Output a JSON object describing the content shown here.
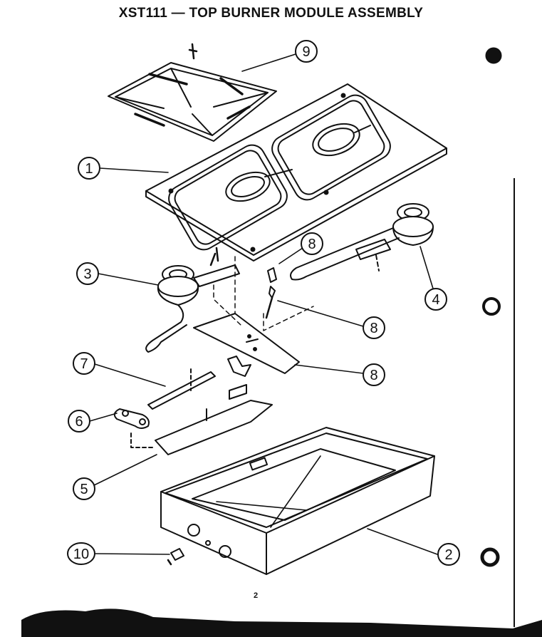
{
  "title": "XST111 — TOP BURNER MODULE ASSEMBLY",
  "page_number": "2",
  "callouts": [
    {
      "id": "c9",
      "label": "9"
    },
    {
      "id": "c1",
      "label": "1"
    },
    {
      "id": "c8a",
      "label": "8"
    },
    {
      "id": "c3",
      "label": "3"
    },
    {
      "id": "c4",
      "label": "4"
    },
    {
      "id": "c8b",
      "label": "8"
    },
    {
      "id": "c7",
      "label": "7"
    },
    {
      "id": "c8c",
      "label": "8"
    },
    {
      "id": "c6",
      "label": "6"
    },
    {
      "id": "c5",
      "label": "5"
    },
    {
      "id": "c10",
      "label": "10"
    },
    {
      "id": "c2",
      "label": "2"
    }
  ]
}
